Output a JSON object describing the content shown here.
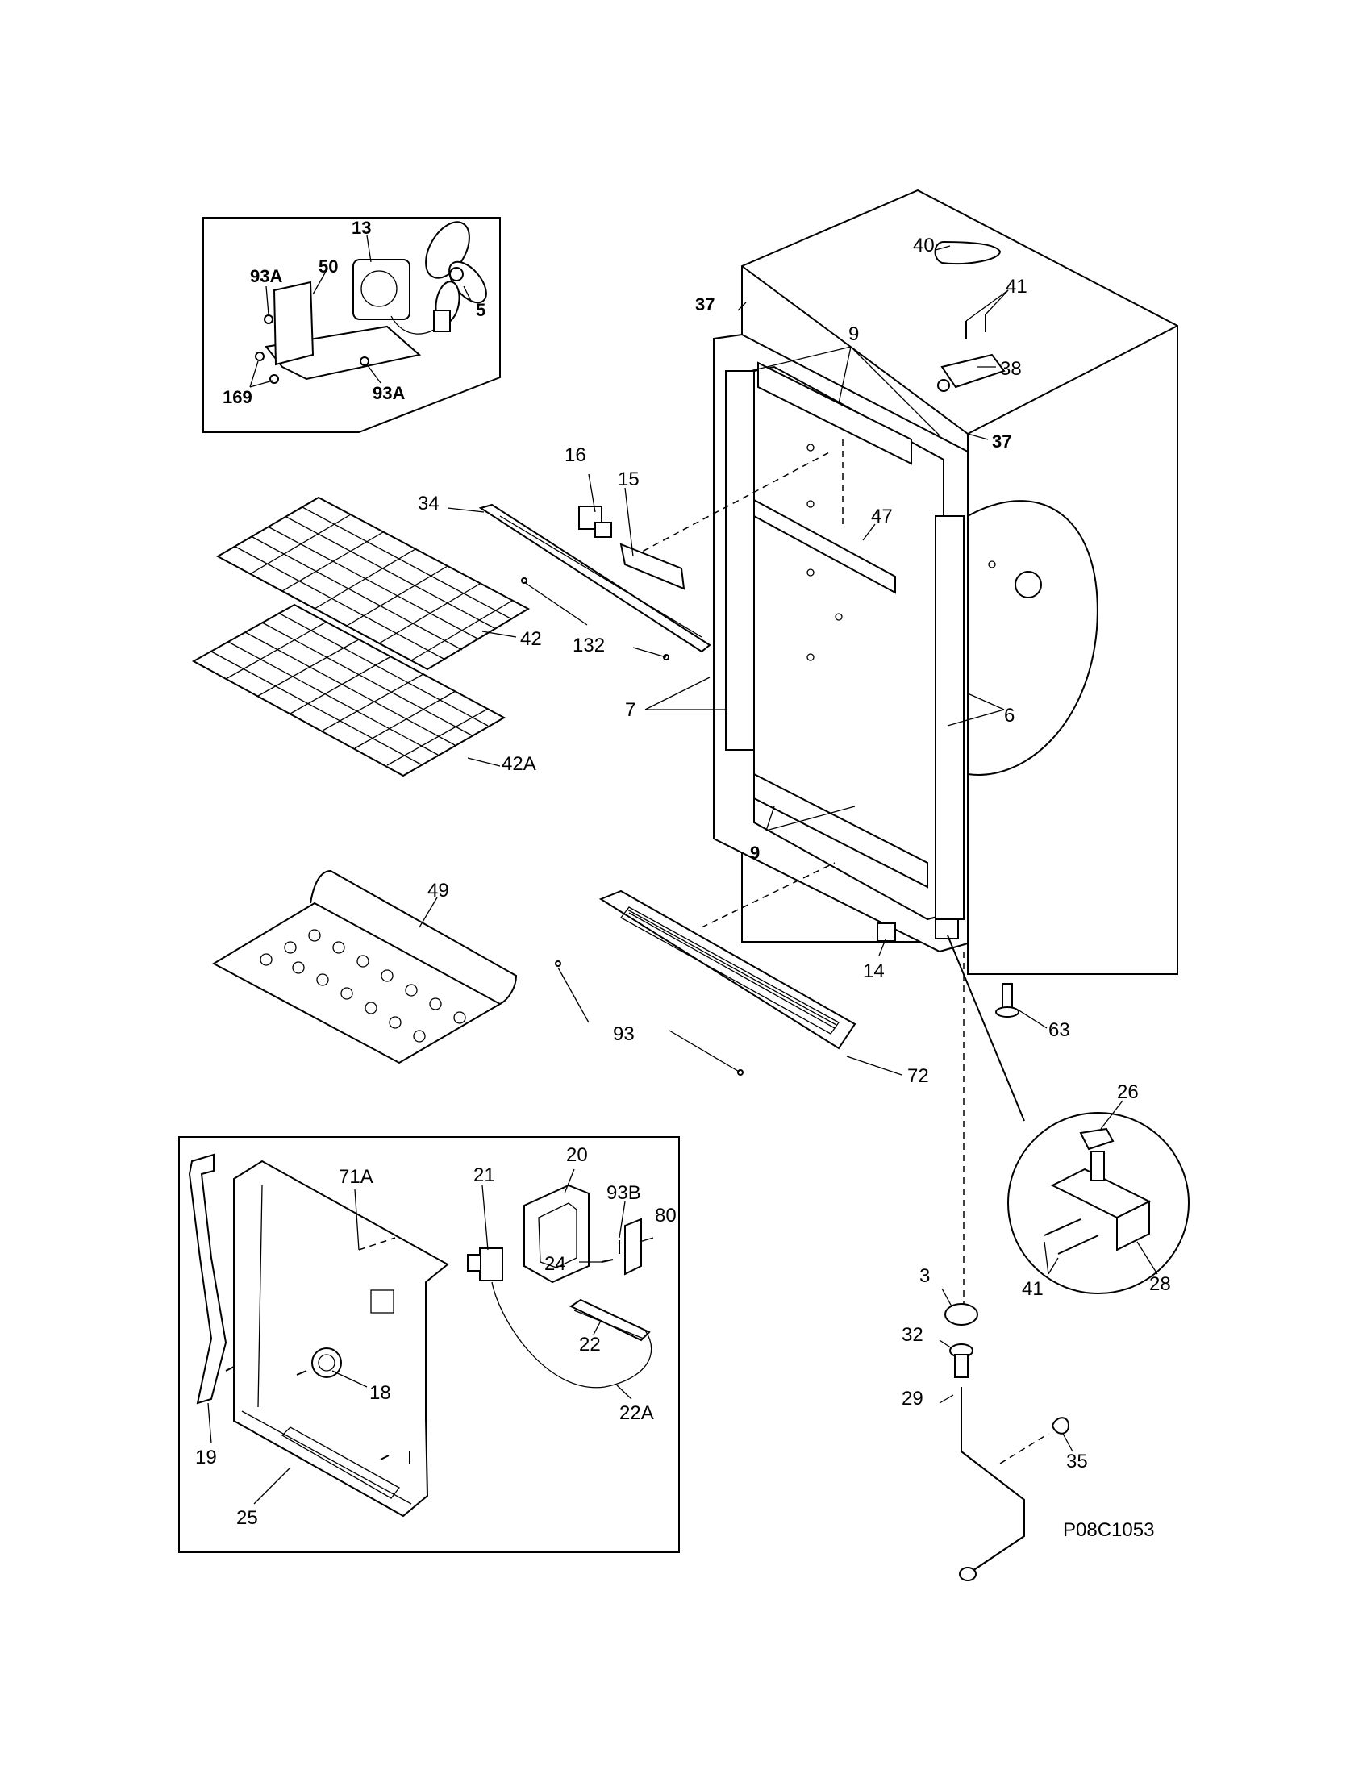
{
  "diagram_code": "P08C1053",
  "labels": {
    "fan_inset": [
      "13",
      "93A",
      "50",
      "5",
      "169",
      "93A"
    ],
    "cabinet": [
      "40",
      "41",
      "37",
      "9",
      "38",
      "37",
      "16",
      "15",
      "34",
      "47",
      "42",
      "132",
      "6",
      "7",
      "42A",
      "9",
      "49",
      "14",
      "63",
      "93",
      "72"
    ],
    "hinge_inset": [
      "26",
      "41",
      "28"
    ],
    "bottom_right": [
      "3",
      "32",
      "29",
      "35"
    ],
    "back_inset": [
      "71A",
      "21",
      "20",
      "93B",
      "80",
      "24",
      "22",
      "18",
      "22A",
      "19",
      "25"
    ]
  }
}
